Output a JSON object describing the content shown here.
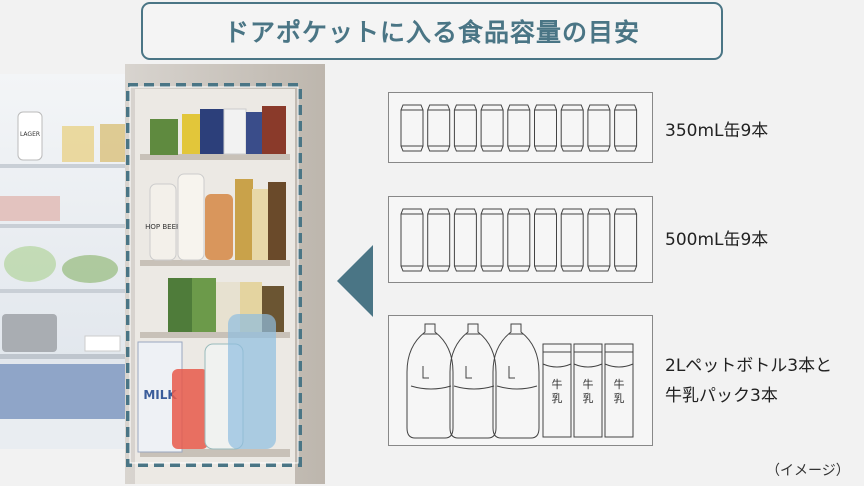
{
  "title": "ドアポケットに入る食品容量の目安",
  "accent_color": "#4a7585",
  "items": [
    {
      "label": "350mL缶9本",
      "count": 9,
      "kind": "can-350"
    },
    {
      "label": "500mL缶9本",
      "count": 9,
      "kind": "can-500"
    },
    {
      "label_lines": [
        "2Lペットボトル3本と",
        "牛乳パック3本"
      ],
      "bottles": 3,
      "cartons": 3,
      "carton_text": [
        "牛",
        "乳"
      ]
    }
  ],
  "note": "（イメージ）",
  "photo_labels": {
    "lager": "LAGER",
    "hop_beer": "HOP BEER",
    "milk": "MILK"
  }
}
